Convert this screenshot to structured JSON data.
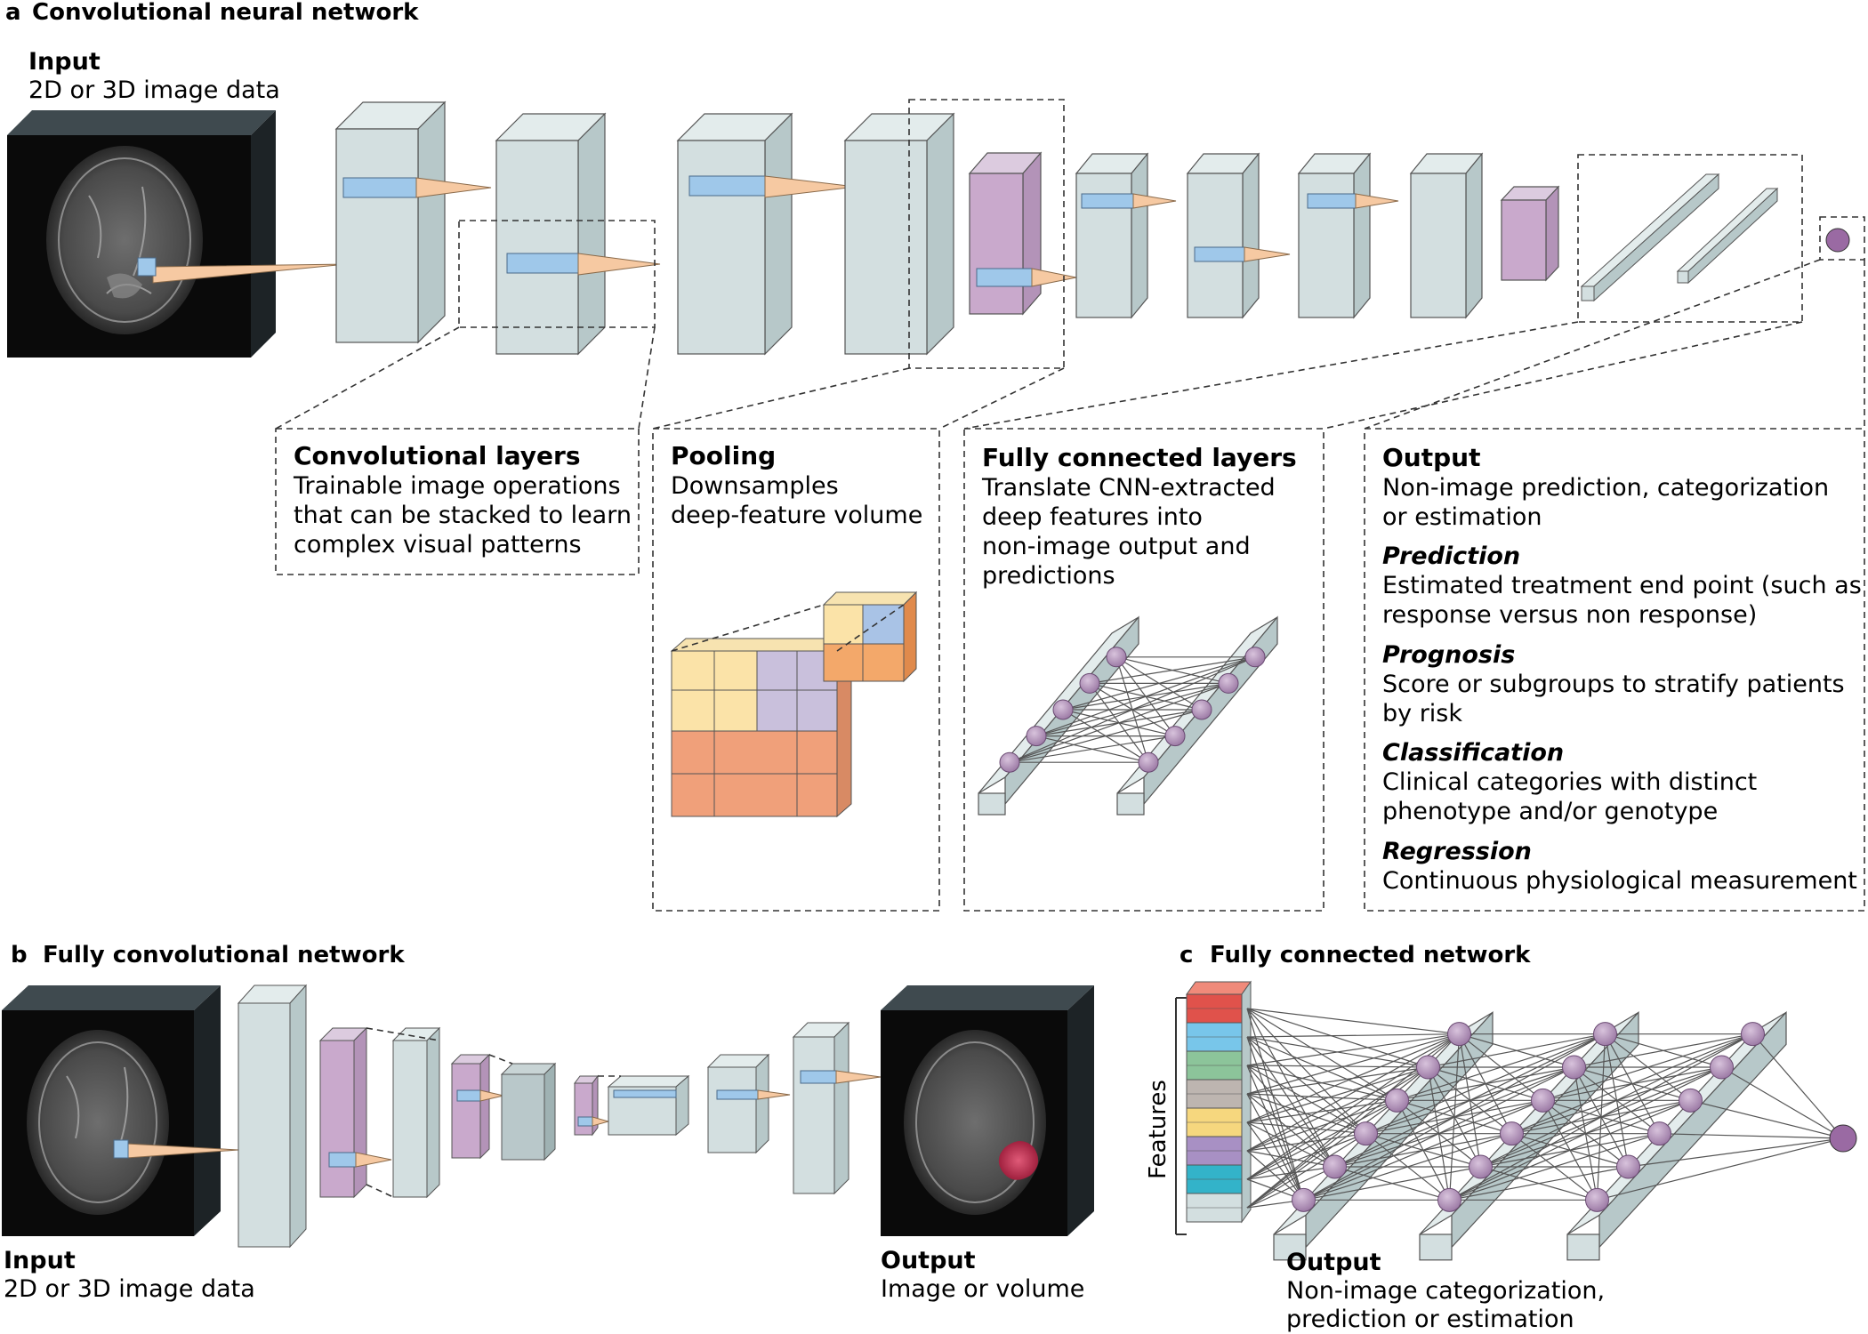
{
  "panels": {
    "a": {
      "letter": "a",
      "title": "Convolutional neural network"
    },
    "b": {
      "letter": "b",
      "title": "Fully convolutional network"
    },
    "c": {
      "letter": "c",
      "title": "Fully connected network"
    }
  },
  "panel_a": {
    "input_title": "Input",
    "input_sub": "2D or 3D image data",
    "conv": {
      "title": "Convolutional layers",
      "lines": [
        "Trainable image operations",
        "that can be stacked to learn",
        "complex visual patterns"
      ]
    },
    "pooling": {
      "title": "Pooling",
      "lines": [
        "Downsamples",
        "deep-feature volume"
      ]
    },
    "fc": {
      "title": "Fully connected layers",
      "lines": [
        "Translate CNN-extracted",
        "deep features into",
        "non-image output and",
        "predictions"
      ]
    },
    "output": {
      "title": "Output",
      "lines": [
        "Non-image prediction, categorization",
        "or estimation"
      ],
      "items": [
        {
          "head": "Prediction",
          "lines": [
            "Estimated treatment end point (such as",
            "response versus non response)"
          ]
        },
        {
          "head": "Prognosis",
          "lines": [
            "Score or subgroups to stratify patients",
            "by risk"
          ]
        },
        {
          "head": "Classification",
          "lines": [
            "Clinical categories with distinct",
            "phenotype and/or genotype"
          ]
        },
        {
          "head": "Regression",
          "lines": [
            "Continuous physiological measurement"
          ]
        }
      ]
    }
  },
  "panel_b": {
    "input_title": "Input",
    "input_sub": "2D or 3D image data",
    "output_title": "Output",
    "output_sub": "Image or volume"
  },
  "panel_c": {
    "features_label": "Features",
    "output_title": "Output",
    "output_lines": [
      "Non-image categorization,",
      "prediction or estimation"
    ]
  },
  "colors": {
    "layer": "#d3dfe0",
    "pool": "#c9a9cc",
    "kernel": "#9fc8ea",
    "cone": "#f6c9a2",
    "node": "#b594bd",
    "output_node": "#9a6aa3",
    "mri_bg": "#0a0a0a",
    "tumor": "#c43a5a"
  },
  "feature_colors": [
    "#e0524b",
    "#78c6ea",
    "#8cc49a",
    "#bdb5b0",
    "#f6d77e",
    "#a890c4",
    "#33b3c9",
    "#d3dfe0"
  ]
}
